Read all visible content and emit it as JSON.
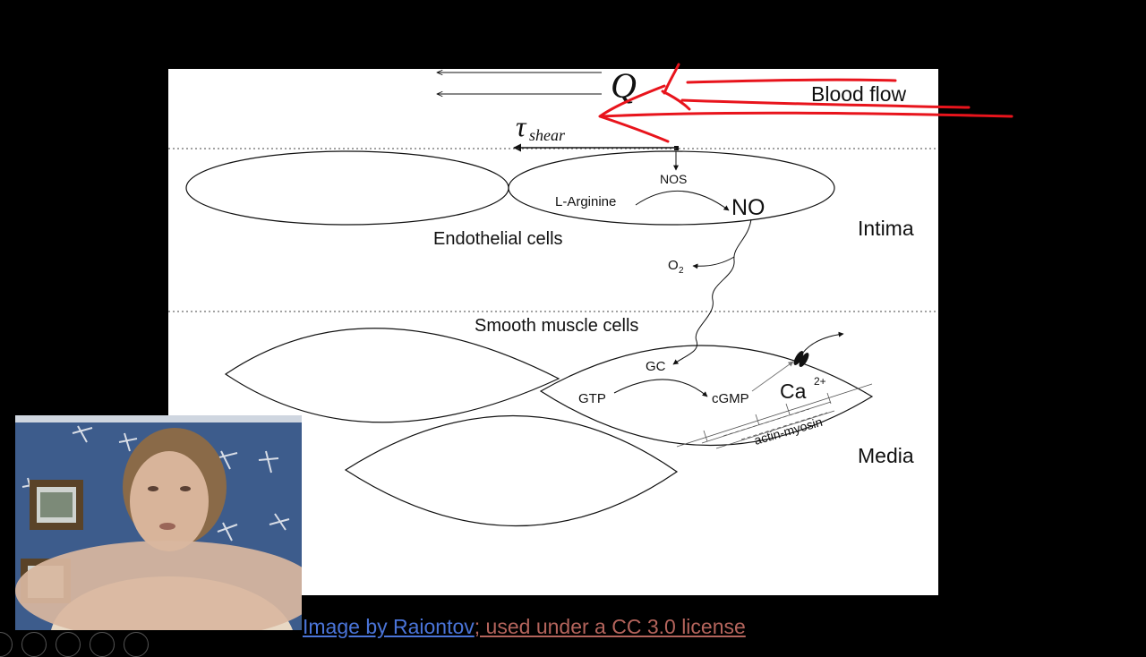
{
  "diagram": {
    "flow_symbol": "Q",
    "flow_label": "Blood flow",
    "shear_symbol": "τ",
    "shear_subscript": "shear",
    "endothelial_label": "Endothelial cells",
    "nos_label": "NOS",
    "arginine_label": "L-Arginine",
    "no_label": "NO",
    "o2_label": "O",
    "o2_subscript": "2",
    "smooth_muscle_label": "Smooth muscle cells",
    "gc_label": "GC",
    "gtp_label": "GTP",
    "cgmp_label": "cGMP",
    "calcium_label": "Ca",
    "calcium_superscript": "2+",
    "actin_myosin_label": "actin-myosin",
    "intima_label": "Intima",
    "media_label": "Media"
  },
  "credit": {
    "image_by": "Image by Raiontov",
    "license": "; used under a CC 3.0 license"
  },
  "colors": {
    "annotation_red": "#e8141c",
    "slide_background": "#ffffff",
    "page_background": "#000000",
    "link_blue": "#4a74d8",
    "link_brown": "#b4645c"
  }
}
